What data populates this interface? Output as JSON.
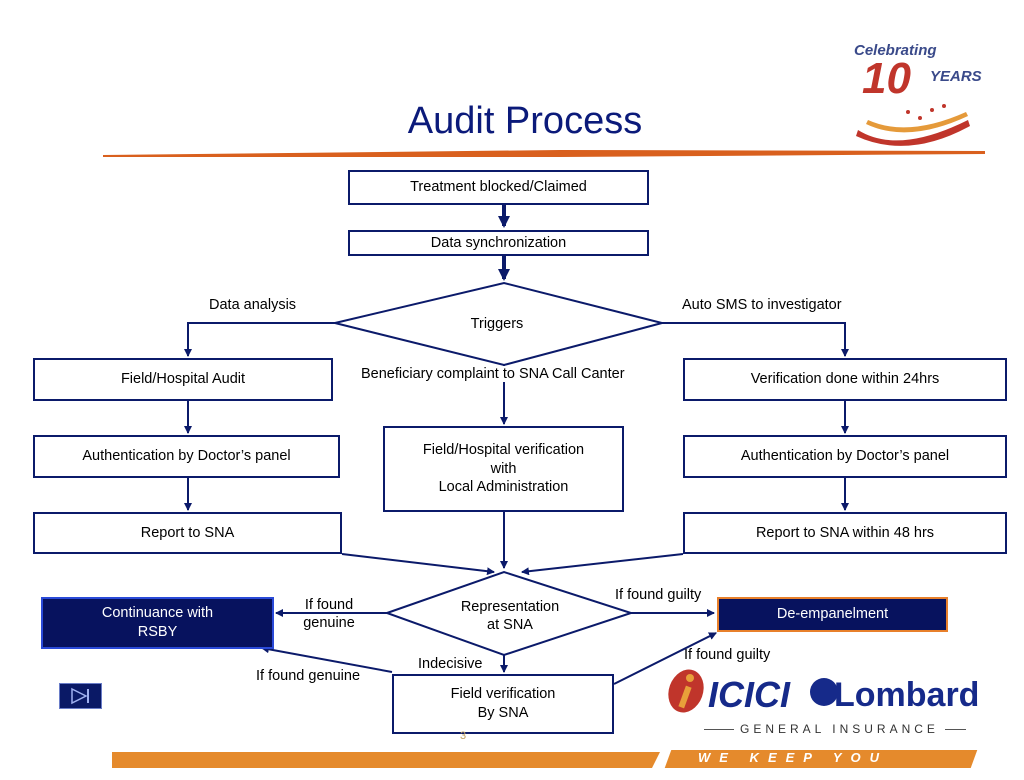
{
  "title": "Audit Process",
  "badge": {
    "line1": "Celebrating",
    "number": "10",
    "years": "YEARS"
  },
  "nodes": {
    "treatment": "Treatment blocked/Claimed",
    "sync": "Data synchronization",
    "triggers": "Triggers",
    "field_audit": "Field/Hospital Audit",
    "auth_left": "Authentication by Doctor’s panel",
    "report_left": "Report to SNA",
    "field_verification_center": "Field/Hospital verification\nwith\nLocal Administration",
    "verification_24": "Verification done within 24hrs",
    "auth_right": "Authentication by Doctor’s panel",
    "report_right": "Report to SNA within 48 hrs",
    "representation": "Representation\nat SNA",
    "continuance": "Continuance with\nRSBY",
    "deempanelment": "De-empanelment",
    "field_sna": "Field verification\nBy SNA"
  },
  "edge_labels": {
    "data_analysis": "Data analysis",
    "auto_sms": "Auto SMS to investigator",
    "beneficiary": "Beneficiary complaint to SNA Call Canter",
    "if_found_genuine_top": "If found\ngenuine",
    "if_found_guilty_top": "If found guilty",
    "indecisive": "Indecisive",
    "if_found_genuine_bottom": "If found genuine",
    "if_found_guilty_bottom": "If found guilty"
  },
  "logo": {
    "brand_left": "ICICI",
    "brand_right": "Lombard",
    "subtitle": "GENERAL INSURANCE",
    "tagline": "WE KEEP YOU GOING"
  },
  "page_number": "3",
  "colors": {
    "navy": "#07125e",
    "title_blue": "#0b1a7a",
    "orange": "#e8802b",
    "red": "#b2232a"
  }
}
